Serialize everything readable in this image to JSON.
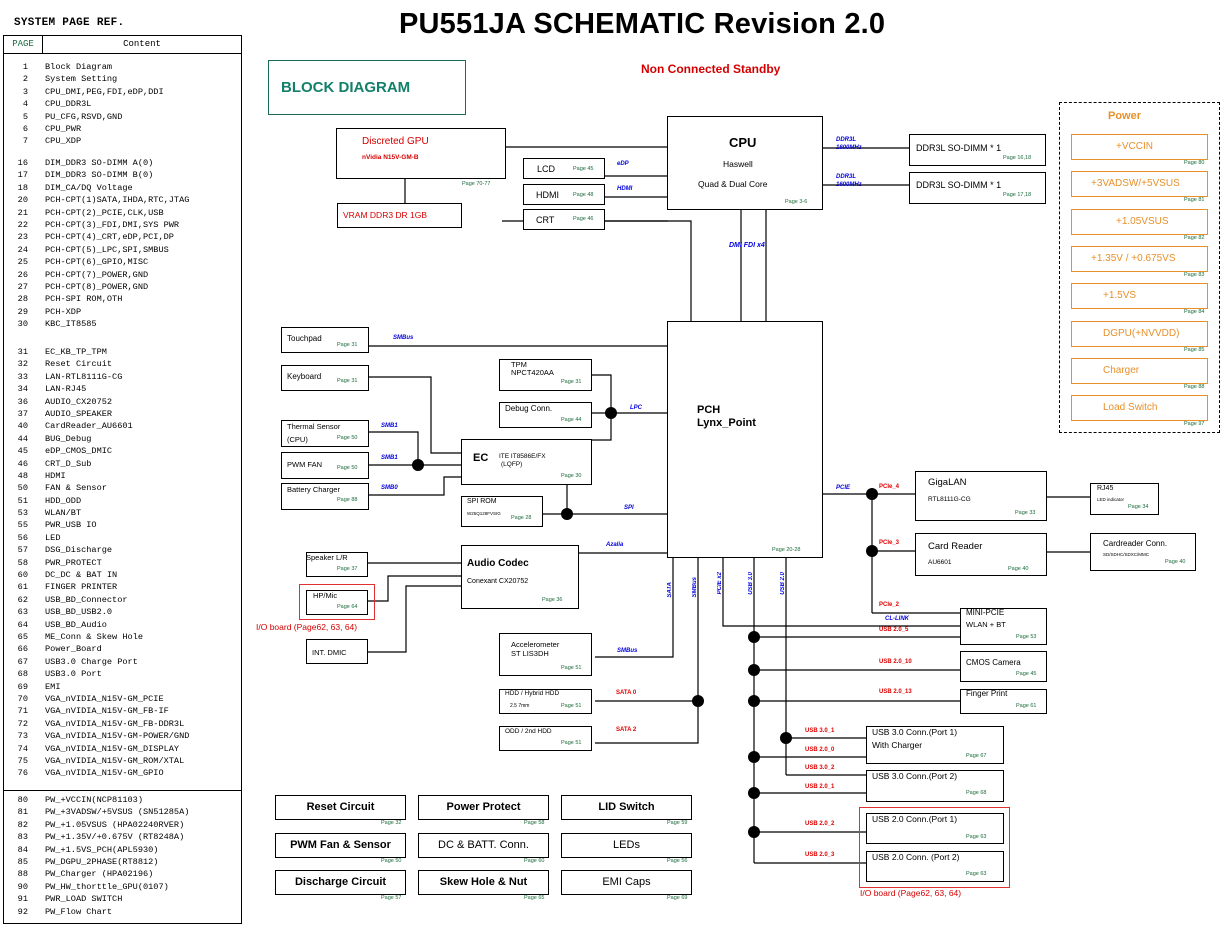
{
  "title": "PU551JA SCHEMATIC Revision 2.0",
  "block_label": "BLOCK DIAGRAM",
  "standby_note": "Non Connected Standby",
  "reference": {
    "title": "SYSTEM PAGE REF.",
    "col_page": "PAGE",
    "col_content": "Content",
    "groups": [
      [
        {
          "p": "1",
          "c": "Block Diagram"
        },
        {
          "p": "2",
          "c": "System Setting"
        },
        {
          "p": "3",
          "c": "CPU_DMI,PEG,FDI,eDP,DDI"
        },
        {
          "p": "4",
          "c": "CPU_DDR3L"
        },
        {
          "p": "5",
          "c": "PU_CFG,RSVD,GND"
        },
        {
          "p": "6",
          "c": "CPU_PWR"
        },
        {
          "p": "7",
          "c": "CPU_XDP"
        }
      ],
      [
        {
          "p": "16",
          "c": "DIM_DDR3 SO-DIMM A(0)"
        },
        {
          "p": "17",
          "c": "DIM_DDR3 SO-DIMM B(0)"
        },
        {
          "p": "18",
          "c": "DIM_CA/DQ Voltage"
        },
        {
          "p": "20",
          "c": "PCH-CPT(1)SATA,IHDA,RTC,JTAG"
        },
        {
          "p": "21",
          "c": "PCH-CPT(2)_PCIE,CLK,USB"
        },
        {
          "p": "22",
          "c": "PCH-CPT(3)_FDI,DMI,SYS PWR"
        },
        {
          "p": "23",
          "c": "PCH-CPT(4)_CRT,eDP,PCI,DP"
        },
        {
          "p": "24",
          "c": "PCH-CPT(5)_LPC,SPI,SMBUS"
        },
        {
          "p": "25",
          "c": "PCH-CPT(6)_GPIO,MISC"
        },
        {
          "p": "26",
          "c": "PCH-CPT(7)_POWER,GND"
        },
        {
          "p": "27",
          "c": "PCH-CPT(8)_POWER,GND"
        },
        {
          "p": "28",
          "c": "PCH-SPI ROM,OTH"
        },
        {
          "p": "29",
          "c": "PCH-XDP"
        },
        {
          "p": "30",
          "c": "KBC_IT8585"
        }
      ],
      [
        {
          "p": "31",
          "c": "EC_KB_TP_TPM"
        },
        {
          "p": "32",
          "c": "Reset Circuit"
        },
        {
          "p": "33",
          "c": "LAN-RTL8111G-CG"
        },
        {
          "p": "34",
          "c": "LAN-RJ45"
        },
        {
          "p": "36",
          "c": "AUDIO_CX20752"
        },
        {
          "p": "37",
          "c": "AUDIO_SPEAKER"
        },
        {
          "p": "40",
          "c": "CardReader_AU6601"
        },
        {
          "p": "44",
          "c": "BUG_Debug"
        },
        {
          "p": "45",
          "c": "eDP_CMOS_DMIC"
        },
        {
          "p": "46",
          "c": "CRT_D_Sub"
        },
        {
          "p": "48",
          "c": "HDMI"
        },
        {
          "p": "50",
          "c": "FAN & Sensor"
        },
        {
          "p": "51",
          "c": "HDD_ODD"
        },
        {
          "p": "53",
          "c": "WLAN/BT"
        },
        {
          "p": "55",
          "c": "PWR_USB IO"
        },
        {
          "p": "56",
          "c": "LED"
        },
        {
          "p": "57",
          "c": "DSG_Discharge"
        },
        {
          "p": "58",
          "c": "PWR_PROTECT"
        },
        {
          "p": "60",
          "c": "DC_DC & BAT IN"
        },
        {
          "p": "61",
          "c": "FINGER PRINTER"
        },
        {
          "p": "62",
          "c": "USB_BD_Connector"
        },
        {
          "p": "63",
          "c": "USB_BD_USB2.0"
        },
        {
          "p": "64",
          "c": "USB_BD_Audio"
        },
        {
          "p": "65",
          "c": "ME_Conn & Skew Hole"
        },
        {
          "p": "66",
          "c": "Power_Board"
        },
        {
          "p": "67",
          "c": "USB3.0 Charge Port"
        },
        {
          "p": "68",
          "c": "USB3.0 Port"
        },
        {
          "p": "69",
          "c": "EMI"
        },
        {
          "p": "70",
          "c": "VGA_nVIDIA_N15V-GM_PCIE"
        },
        {
          "p": "71",
          "c": "VGA_nVIDIA_N15V-GM_FB-IF"
        },
        {
          "p": "72",
          "c": "VGA_nVIDIA_N15V-GM_FB-DDR3L"
        },
        {
          "p": "73",
          "c": "VGA_nVIDIA_N15V-GM-POWER/GND"
        },
        {
          "p": "74",
          "c": "VGA_nVIDIA_N15V-GM_DISPLAY"
        },
        {
          "p": "75",
          "c": "VGA_nVIDIA_N15V-GM_ROM/XTAL"
        },
        {
          "p": "76",
          "c": "VGA_nVIDIA_N15V-GM_GPIO"
        }
      ],
      [
        {
          "p": "80",
          "c": "PW_+VCCIN(NCP81103)"
        },
        {
          "p": "81",
          "c": "PW_+3VADSW/+5VSUS (SN51285A)"
        },
        {
          "p": "82",
          "c": "PW_+1.05VSUS (HPA02240RVER)"
        },
        {
          "p": "83",
          "c": "PW_+1.35V/+0.675V (RT8248A)"
        },
        {
          "p": "84",
          "c": "PW_+1.5VS_PCH(APL5930)"
        },
        {
          "p": "85",
          "c": "PW_DGPU_2PHASE(RT8812)"
        },
        {
          "p": "88",
          "c": "PW_Charger (HPA02196)"
        },
        {
          "p": "90",
          "c": "PW_HW_thorttle_GPU(0107)"
        },
        {
          "p": "91",
          "c": "PWR_LOAD SWITCH"
        },
        {
          "p": "92",
          "c": "PW_Flow Chart"
        }
      ]
    ]
  },
  "blocks": {
    "gpu": {
      "title": "Discreted GPU",
      "sub": "nVidia N15V-GM-B",
      "page": "Page 70-77"
    },
    "vram": {
      "title": "VRAM DDR3 DR 1GB"
    },
    "lcd": {
      "title": "LCD",
      "page": "Page 45",
      "signal": "eDP"
    },
    "hdmi": {
      "title": "HDMI",
      "page": "Page 48",
      "signal": "HDMI"
    },
    "crt": {
      "title": "CRT",
      "page": "Page 46"
    },
    "cpu": {
      "title": "CPU",
      "sub1": "Haswell",
      "sub2": "Quad & Dual Core",
      "page": "Page 3-6"
    },
    "dimm_a": {
      "title": "DDR3L SO-DIMM * 1",
      "page": "Page 16,18",
      "signal1": "DDR3L",
      "signal2": "1600MHz"
    },
    "dimm_b": {
      "title": "DDR3L SO-DIMM * 1",
      "page": "Page 17,18",
      "signal1": "DDR3L",
      "signal2": "1600MHz"
    },
    "cpu_pch_link": "DMI   FDI   x4",
    "pch": {
      "title": "PCH",
      "sub": "Lynx_Point",
      "page": "Page 20-28"
    },
    "touchpad": {
      "title": "Touchpad",
      "page": "Page 31",
      "signal": "SMBus"
    },
    "keyboard": {
      "title": "Keyboard",
      "page": "Page 31"
    },
    "thermal": {
      "title": "Thermal Sensor",
      "sub": "(CPU)",
      "page": "Page 50",
      "signal": "SMB1"
    },
    "pwmfan": {
      "title": "PWM FAN",
      "page": "Page 50",
      "signal": "SMB1"
    },
    "battery": {
      "title": "Battery Charger",
      "page": "Page 88",
      "signal": "SMB0"
    },
    "tpm": {
      "title": "TPM",
      "sub": "NPCT420AA",
      "page": "Page 31"
    },
    "debug": {
      "title": "Debug Conn.",
      "page": "Page 44"
    },
    "ec": {
      "title": "EC",
      "sub1": "ITE IT8586E/FX",
      "sub2": "(LQFP)",
      "page": "Page 30",
      "signal": "LPC"
    },
    "spirom": {
      "title": "SPI ROM",
      "sub": "W25Q128FVSIG",
      "page": "Page 28",
      "signal": "SPI"
    },
    "speaker": {
      "title": "Speaker L/R",
      "page": "Page 37"
    },
    "hpmic": {
      "title": "HP/Mic",
      "page": "Page 64"
    },
    "io_note": "I/O board (Page62, 63, 64)",
    "dmic": {
      "title": "INT. DMIC"
    },
    "audio": {
      "title": "Audio Codec",
      "sub": "Conexant CX20752",
      "page": "Page 36",
      "signal": "Azalia"
    },
    "accel": {
      "title": "Accelerometer",
      "sub": "ST LIS3DH",
      "page": "Page 51",
      "signal": "SMBus"
    },
    "hdd": {
      "title": "HDD / Hybrid HDD",
      "sub": "2.5 7mm",
      "page": "Page 51",
      "signal": "SATA 0"
    },
    "odd": {
      "title": "ODD / 2nd HDD",
      "page": "Page 51",
      "signal": "SATA 2"
    },
    "pch_bottom_signals": [
      "SATA",
      "SMBus",
      "PCIE x2",
      "USB 3.0",
      "USB 2.0"
    ],
    "pcie_signal": "PCIE",
    "gigalan": {
      "title": "GigaLAN",
      "sub": "RTL8111G-CG",
      "page": "Page 33",
      "signal": "PCIe_4"
    },
    "rj45": {
      "title": "RJ45",
      "sub": "LED indicator",
      "page": "Page 34"
    },
    "cardreader": {
      "title": "Card Reader",
      "sub": "AU6601",
      "page": "Page 40",
      "signal": "PCIe_3"
    },
    "cardconn": {
      "title": "Cardreader Conn.",
      "sub": "SD/SDHC/SDXC/MMC",
      "page": "Page 40"
    },
    "minipcie": {
      "title": "MINI-PCIE",
      "sub": "WLAN + BT",
      "page": "Page 53",
      "signal_pcie": "PCIe_2",
      "signal_blue": "CL-LINK",
      "signal_usb": "USB 2.0_5"
    },
    "cmos": {
      "title": "CMOS Camera",
      "page": "Page 45",
      "signal": "USB 2.0_10"
    },
    "finger": {
      "title": "Finger Print",
      "page": "Page 61",
      "signal": "USB 2.0_13"
    },
    "usb3p1": {
      "title": "USB 3.0 Conn.(Port 1)",
      "sub": "With Charger",
      "page": "Page 67",
      "signal1": "USB 3.0_1",
      "signal2": "USB 2.0_0"
    },
    "usb3p2": {
      "title": "USB 3.0 Conn.(Port 2)",
      "page": "Page 68",
      "signal1": "USB 3.0_2",
      "signal2": "USB 2.0_1"
    },
    "usb2p1": {
      "title": "USB 2.0 Conn.(Port 1)",
      "page": "Page 63",
      "signal": "USB 2.0_2"
    },
    "usb2p2": {
      "title": "USB 2.0 Conn. (Port 2)",
      "page": "Page 63",
      "signal": "USB 2.0_3"
    }
  },
  "power": {
    "title": "Power",
    "items": [
      {
        "label": "+VCCIN",
        "page": "Page 80"
      },
      {
        "label": "+3VADSW/+5VSUS",
        "page": "Page 81"
      },
      {
        "label": "+1.05VSUS",
        "page": "Page 82"
      },
      {
        "label": "+1.35V / +0.675VS",
        "page": "Page 83"
      },
      {
        "label": "+1.5VS",
        "page": "Page 84"
      },
      {
        "label": "DGPU(+NVVDD)",
        "page": "Page 85"
      },
      {
        "label": "Charger",
        "page": "Page 88"
      },
      {
        "label": "Load Switch",
        "page": "Page 97"
      }
    ]
  },
  "misc": [
    {
      "label": "Reset Circuit",
      "page": "Page 32",
      "bold": true
    },
    {
      "label": "Power Protect",
      "page": "Page 58",
      "bold": true
    },
    {
      "label": "LID Switch",
      "page": "Page 59",
      "bold": true
    },
    {
      "label": "PWM Fan & Sensor",
      "page": "Page 50",
      "bold": true
    },
    {
      "label": "DC & BATT. Conn.",
      "page": "Page 60",
      "bold": false
    },
    {
      "label": "LEDs",
      "page": "Page 56",
      "bold": false
    },
    {
      "label": "Discharge Circuit",
      "page": "Page 57",
      "bold": true
    },
    {
      "label": "Skew Hole & Nut",
      "page": "Page 65",
      "bold": true
    },
    {
      "label": "EMI Caps",
      "page": "Page 69",
      "bold": false
    }
  ]
}
